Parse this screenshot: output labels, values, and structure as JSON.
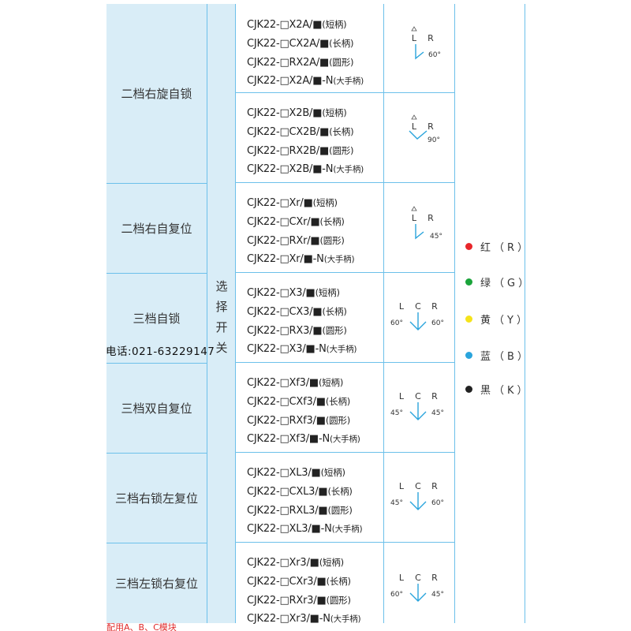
{
  "categories": [
    {
      "label": "二档右旋自锁"
    },
    {
      "label": "二档右自复位"
    },
    {
      "label": "三档自锁"
    },
    {
      "label": "三档双自复位"
    },
    {
      "label": "三档右锁左复位"
    },
    {
      "label": "三档左锁右复位"
    }
  ],
  "switch_type": "选择开关",
  "rows": [
    {
      "models": [
        {
          "code": "CJK22-□X2A/■",
          "note": "(短柄)"
        },
        {
          "code": "CJK22-□CX2A/■",
          "note": "(长柄)"
        },
        {
          "code": "CJK22-□RX2A/■",
          "note": "(圆形)"
        },
        {
          "code": "CJK22-□X2A/■-N",
          "note": "(大手柄)"
        }
      ],
      "diagram": {
        "labels": [
          "L",
          "R"
        ],
        "angles": [
          "60°"
        ]
      }
    },
    {
      "models": [
        {
          "code": "CJK22-□X2B/■",
          "note": "(短柄)"
        },
        {
          "code": "CJK22-□CX2B/■",
          "note": "(长柄)"
        },
        {
          "code": "CJK22-□RX2B/■",
          "note": "(圆形)"
        },
        {
          "code": "CJK22-□X2B/■-N",
          "note": "(大手柄)"
        }
      ],
      "diagram": {
        "labels": [
          "L",
          "R"
        ],
        "angles": [
          "90°"
        ]
      }
    },
    {
      "models": [
        {
          "code": "CJK22-□Xr/■",
          "note": "(短柄)"
        },
        {
          "code": "CJK22-□CXr/■",
          "note": "(长柄)"
        },
        {
          "code": "CJK22-□RXr/■",
          "note": "(圆形)"
        },
        {
          "code": "CJK22-□Xr/■-N",
          "note": "(大手柄)"
        }
      ],
      "diagram": {
        "labels": [
          "L",
          "R"
        ],
        "angles": [
          "45°"
        ]
      }
    },
    {
      "models": [
        {
          "code": "CJK22-□X3/■",
          "note": "(短柄)"
        },
        {
          "code": "CJK22-□CX3/■",
          "note": "(长柄)"
        },
        {
          "code": "CJK22-□RX3/■",
          "note": "(圆形)"
        },
        {
          "code": "CJK22-□X3/■-N",
          "note": "(大手柄)"
        }
      ],
      "diagram": {
        "labels": [
          "L",
          "C",
          "R"
        ],
        "angles": [
          "60°",
          "60°"
        ]
      }
    },
    {
      "models": [
        {
          "code": "CJK22-□Xf3/■",
          "note": "(短柄)"
        },
        {
          "code": "CJK22-□CXf3/■",
          "note": "(长柄)"
        },
        {
          "code": "CJK22-□RXf3/■",
          "note": "(圆形)"
        },
        {
          "code": "CJK22-□Xf3/■-N",
          "note": "(大手柄)"
        }
      ],
      "diagram": {
        "labels": [
          "L",
          "C",
          "R"
        ],
        "angles": [
          "45°",
          "45°"
        ]
      }
    },
    {
      "models": [
        {
          "code": "CJK22-□XL3/■",
          "note": "(短柄)"
        },
        {
          "code": "CJK22-□CXL3/■",
          "note": "(长柄)"
        },
        {
          "code": "CJK22-□RXL3/■",
          "note": "(圆形)"
        },
        {
          "code": "CJK22-□XL3/■-N",
          "note": "(大手柄)"
        }
      ],
      "diagram": {
        "labels": [
          "L",
          "C",
          "R"
        ],
        "angles": [
          "45°",
          "60°"
        ]
      }
    },
    {
      "models": [
        {
          "code": "CJK22-□Xr3/■",
          "note": "(短柄)"
        },
        {
          "code": "CJK22-□CXr3/■",
          "note": "(长柄)"
        },
        {
          "code": "CJK22-□RXr3/■",
          "note": "(圆形)"
        },
        {
          "code": "CJK22-□Xr3/■-N",
          "note": "(大手柄)"
        }
      ],
      "diagram": {
        "labels": [
          "L",
          "C",
          "R"
        ],
        "angles": [
          "60°",
          "45°"
        ]
      }
    }
  ],
  "colors": [
    {
      "label": "红（R）",
      "color": "#e8262a"
    },
    {
      "label": "绿（G）",
      "color": "#1aa43a"
    },
    {
      "label": "黄（Y）",
      "color": "#f5e31a"
    },
    {
      "label": "蓝（B）",
      "color": "#2aa4dc"
    },
    {
      "label": "黑（K）",
      "color": "#222222"
    }
  ],
  "phone": "电话:021-63229147",
  "bottom_note": "配用A、B、C模块",
  "line_color": "#6cc0ea",
  "cell_bg": "#d9edf7"
}
